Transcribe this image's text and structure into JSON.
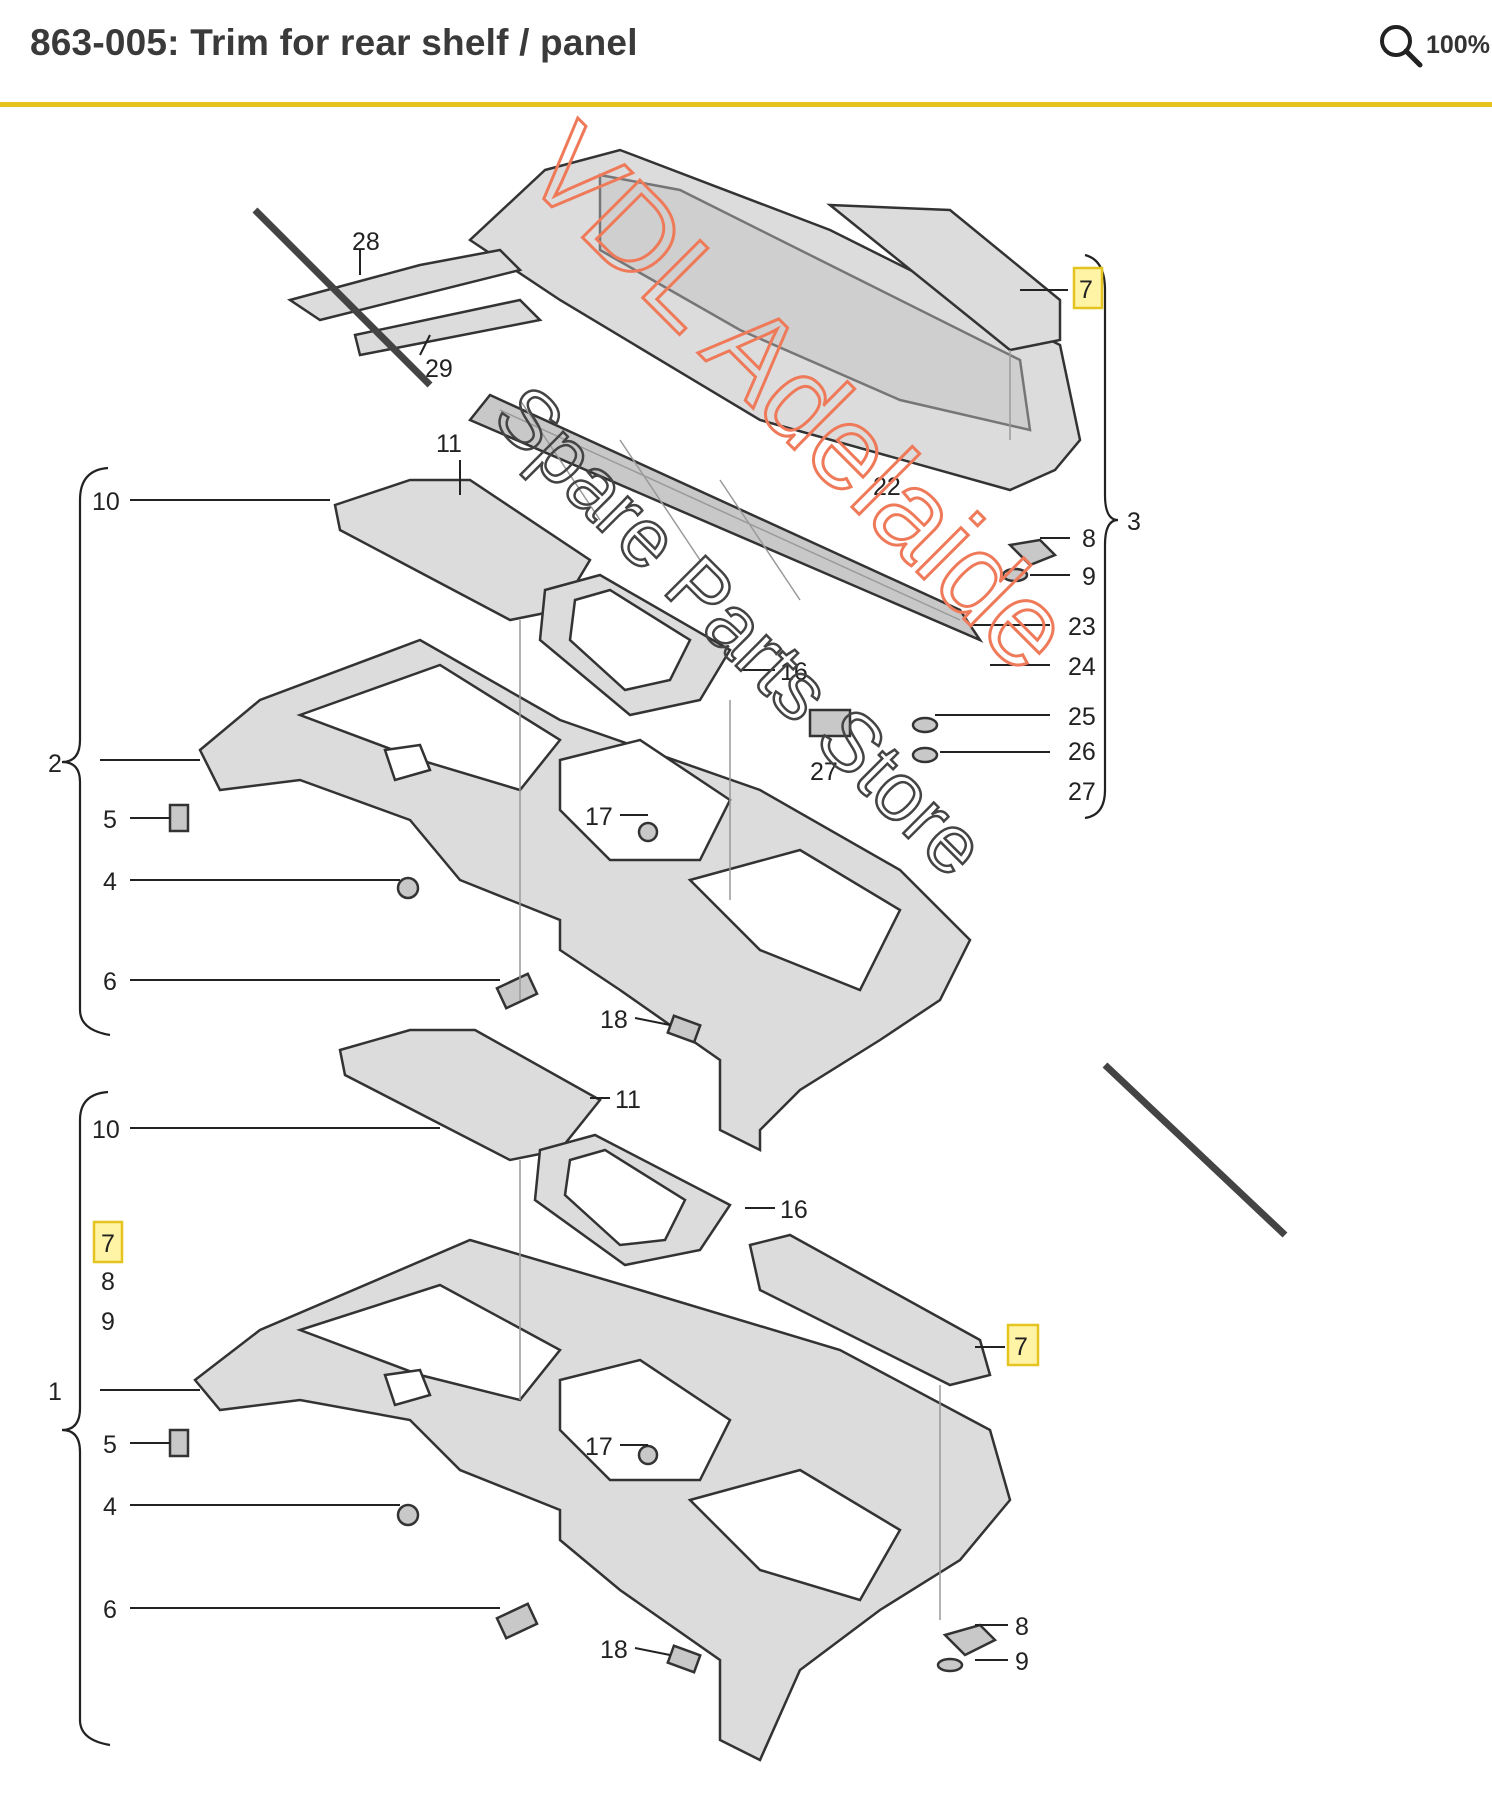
{
  "header": {
    "title": "863-005: Trim for rear shelf / panel",
    "zoom_label": "100%"
  },
  "colors": {
    "accent_rule": "#e6c420",
    "highlight_fill": "#fff3a6",
    "highlight_border": "#e6c420",
    "watermark_orange": "#ef7a5a",
    "part_fill": "#d9d9d9"
  },
  "watermark": {
    "line1": "VDL Adelaide",
    "line2": "Spare Parts Store"
  },
  "callouts": {
    "c28": "28",
    "c29": "29",
    "c11a": "11",
    "c22": "22",
    "c7a": "7",
    "c3": "3",
    "c8a": "8",
    "c9a": "9",
    "c10a": "10",
    "c23": "23",
    "c24": "24",
    "c16a": "16",
    "c25": "25",
    "c26": "26",
    "c27a": "27",
    "c27b": "27",
    "c2": "2",
    "c5a": "5",
    "c17a": "17",
    "c4a": "4",
    "c6a": "6",
    "c18a": "18",
    "c10b": "10",
    "c11b": "11",
    "c16b": "16",
    "c7b": "7",
    "c8b": "8",
    "c9b": "9",
    "c7c": "7",
    "c1": "1",
    "c5b": "5",
    "c17b": "17",
    "c4b": "4",
    "c6b": "6",
    "c18b": "18",
    "c8c": "8",
    "c9c": "9"
  }
}
